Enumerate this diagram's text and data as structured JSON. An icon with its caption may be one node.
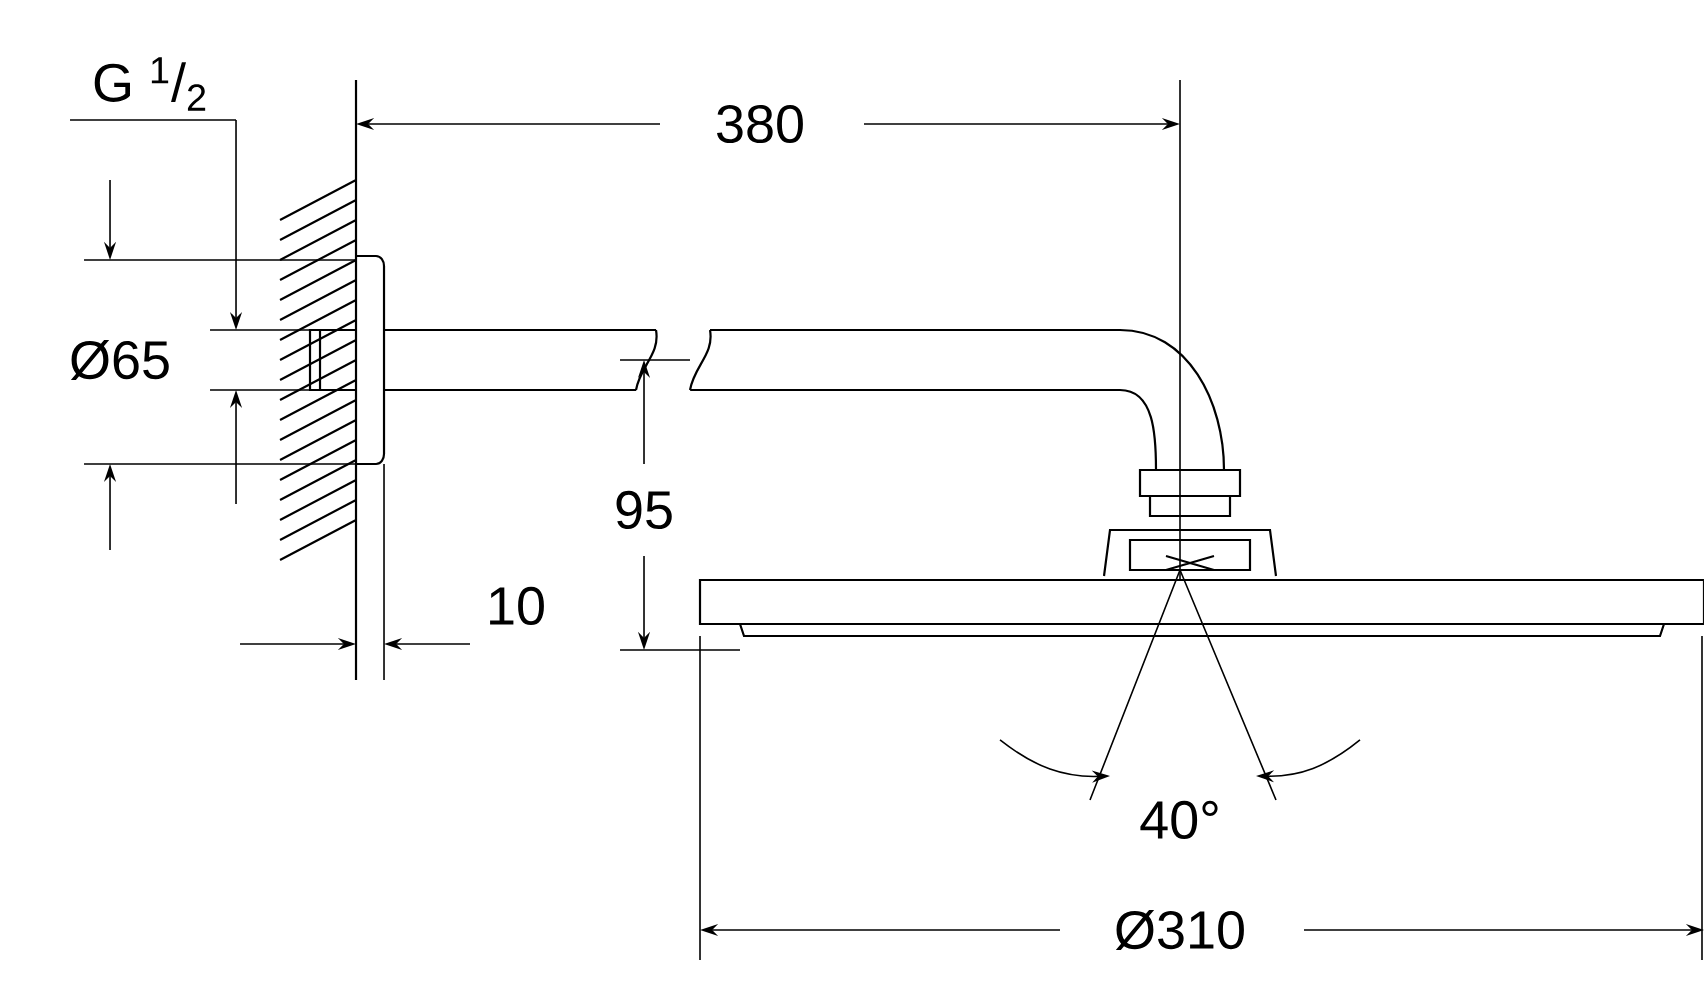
{
  "diagram": {
    "labels": [
      "G $^{1}$/$_{2}$",
      "380",
      "Ø65",
      "95",
      "10",
      "40°",
      "Ø310"
    ]
  }
}
